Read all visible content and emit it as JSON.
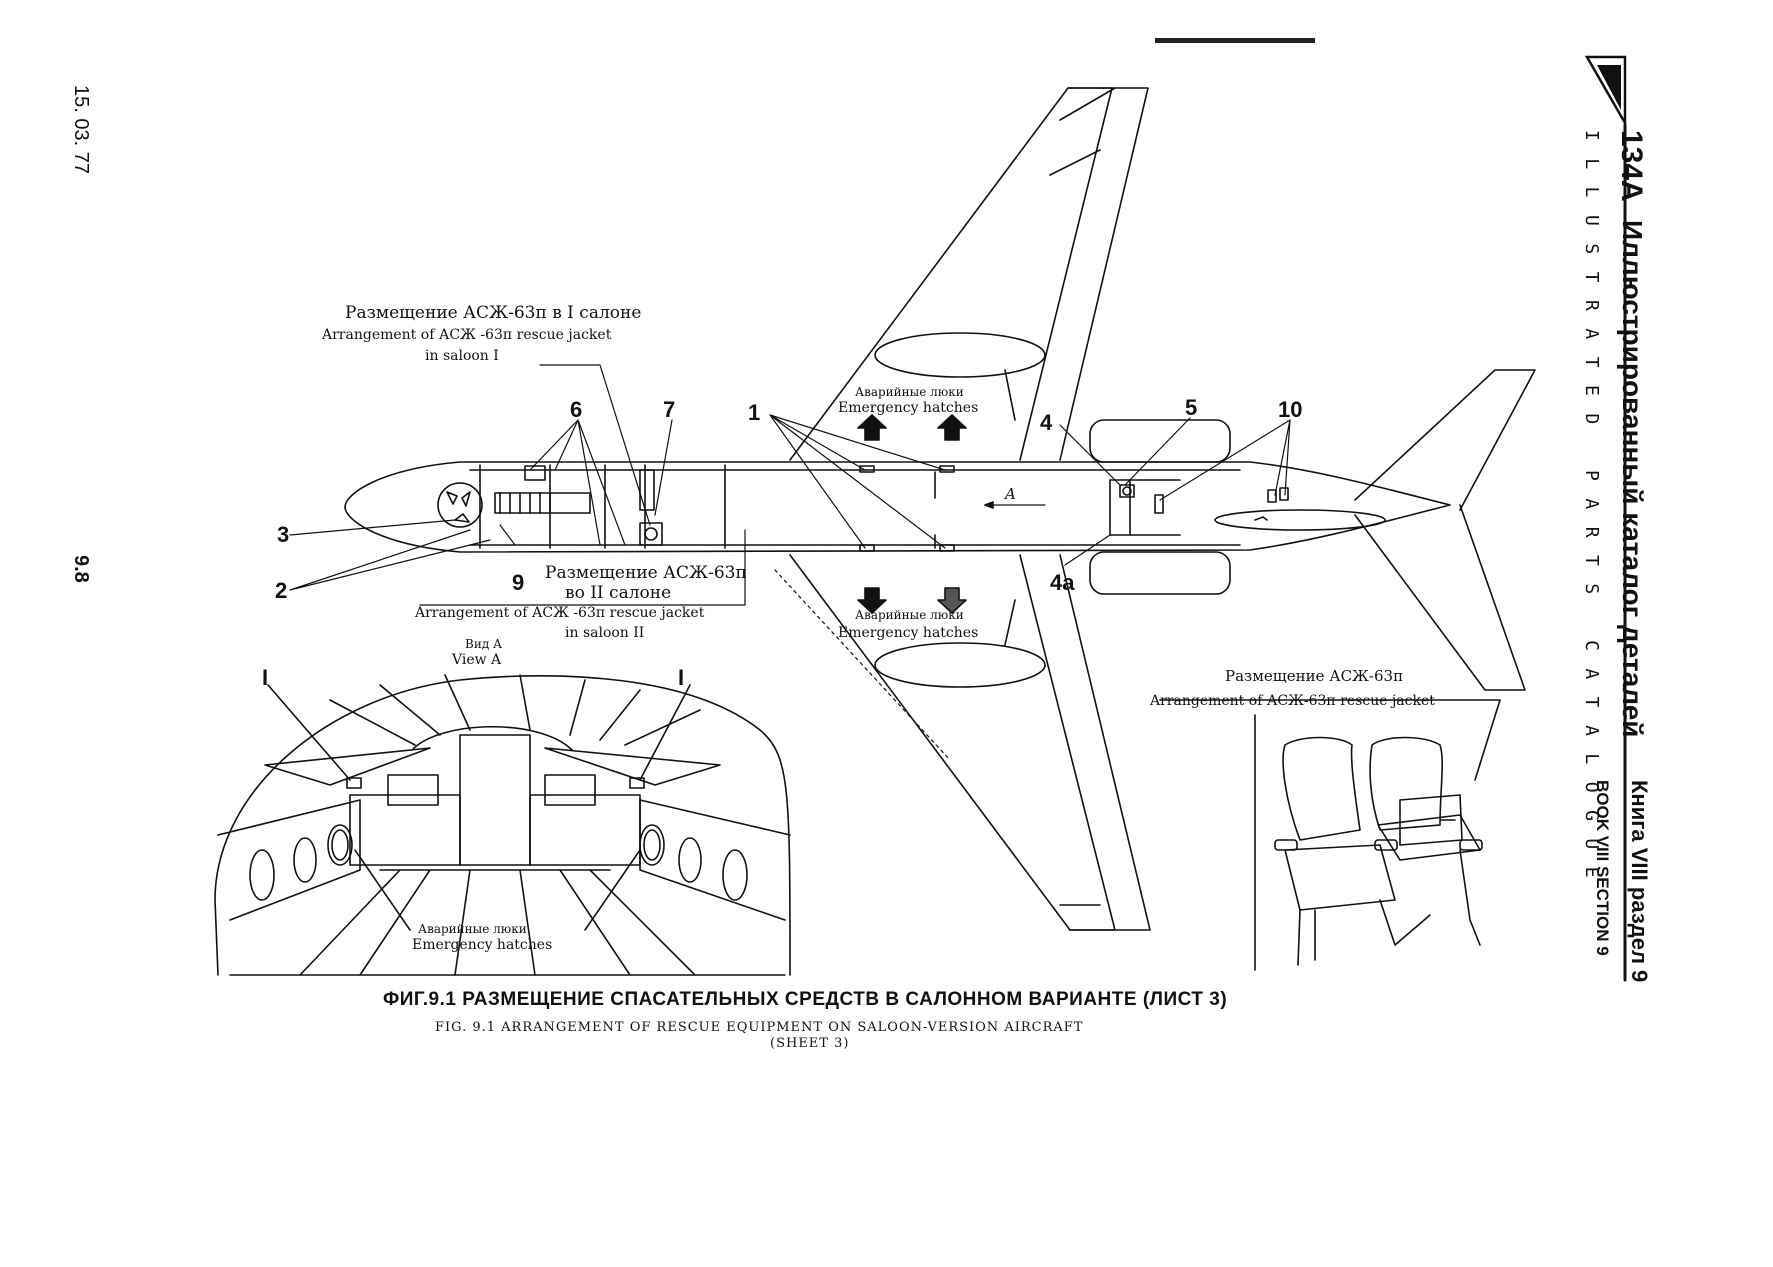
{
  "page": {
    "date": "15. 03. 77",
    "page_number": "9.8"
  },
  "header": {
    "model": "134A",
    "title_ru": "Иллюстрированный каталог деталей",
    "title_en": "ILLUSTRATED PARTS CATALOGUE",
    "book_ru": "Книга VIII раздел 9",
    "book_en": "BOOK VIII SECTION 9",
    "logo_icon": "tupolev-logo-icon"
  },
  "labels": {
    "saloon1_ru": "Размещение АСЖ-63п в I салоне",
    "saloon1_en_line1": "Arrangement of АСЖ -63п rescue jacket",
    "saloon1_en_line2": "in saloon I",
    "saloon2_ru_line1": "Размещение АСЖ-63п",
    "saloon2_ru_line2": "во II салоне",
    "saloon2_en_line1": "Arrangement of АСЖ -63п  rescue jacket",
    "saloon2_en_line2": "in saloon II",
    "hatches_top_ru": "Аварийные люки",
    "hatches_top_en": "Emergency hatches",
    "hatches_bottom_ru": "Аварийные люки",
    "hatches_bottom_en": "Emergency hatches",
    "view_ru": "Вид А",
    "view_en": "View A",
    "view_hatches_ru": "Аварийные люки",
    "view_hatches_en": "Emergency hatches",
    "seat_ru": "Размещение АСЖ-63п",
    "seat_en": "Arrangement of АСЖ-63п rescue jacket",
    "section_arrow": "A"
  },
  "callouts": {
    "c1": "1",
    "c2": "2",
    "c3": "3",
    "c4": "4",
    "c4a": "4a",
    "c5": "5",
    "c6": "6",
    "c7": "7",
    "c9": "9",
    "c10": "10",
    "v1_left": "I",
    "v1_right": "I"
  },
  "caption": {
    "ru": "ФИГ.9.1 РАЗМЕЩЕНИЕ СПАСАТЕЛЬНЫХ  СРЕДСТВ В САЛОННОМ ВАРИАНТЕ (ЛИСТ 3)",
    "en_line1": "FIG. 9.1 ARRANGEMENT OF RESCUE EQUIPMENT ON SALOON-VERSION AIRCRAFT",
    "en_line2": "(SHEET 3)"
  }
}
